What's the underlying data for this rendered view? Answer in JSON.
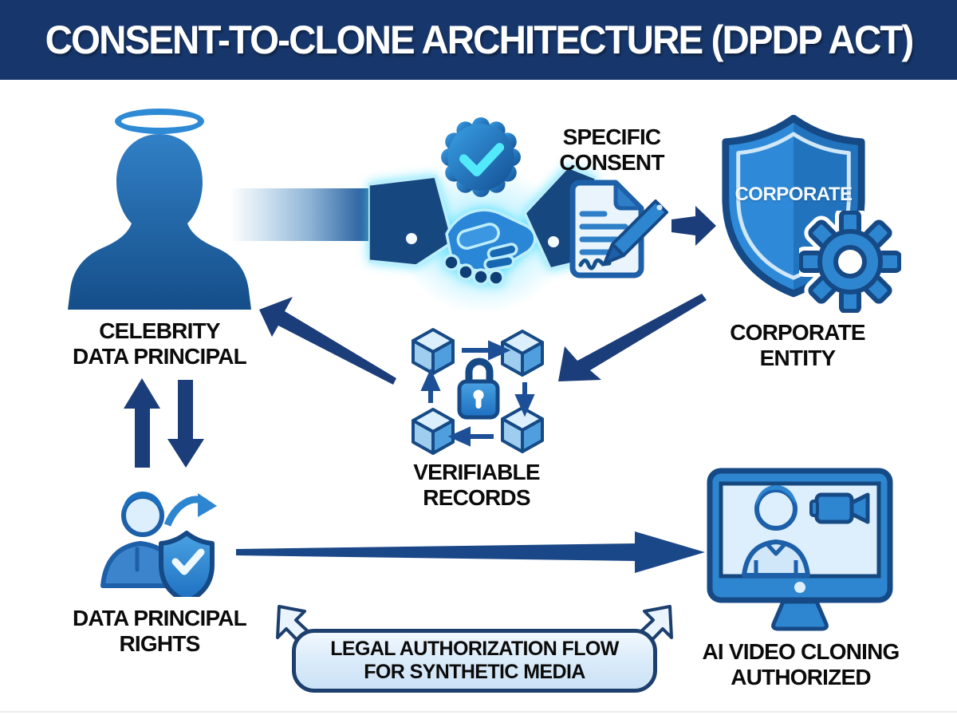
{
  "header": {
    "title": "CONSENT-TO-CLONE ARCHITECTURE (DPDP ACT)"
  },
  "nodes": {
    "celebrity": {
      "label": [
        "CELEBRITY",
        "DATA PRINCIPAL"
      ]
    },
    "specific_consent": {
      "label": [
        "SPECIFIC",
        "CONSENT"
      ]
    },
    "corporate_entity": {
      "shield_text": "CORPORATE",
      "label": [
        "CORPORATE",
        "ENTITY"
      ]
    },
    "verifiable_records": {
      "label": [
        "VERIFIABLE",
        "RECORDS"
      ]
    },
    "data_principal_rights": {
      "label": [
        "DATA PRINCIPAL",
        "RIGHTS"
      ]
    },
    "ai_video_cloning": {
      "label": [
        "AI VIDEO CLONING",
        "AUTHORIZED"
      ]
    }
  },
  "banner": {
    "label": [
      "LEGAL AUTHORIZATION FLOW",
      "FOR SYNTHETIC MEDIA"
    ]
  },
  "icons": {
    "halo-icon": "blue ellipse ring above celebrity head",
    "person-silhouette-icon": "blue gradient head-and-shoulders bust",
    "handshake-icon": "two navy sleeves shaking hands with cyan glow",
    "verified-badge-icon": "blue scalloped seal with cyan checkmark",
    "consent-document-icon": "document with text lines, signature and pen",
    "corporate-shield-icon": "blue shield",
    "gear-icon": "blue cog wheel",
    "blockchain-lock-icon": "four cubes in a cycle around a padlock",
    "rights-person-icon": "person with curved arrow and check shield",
    "monitor-icon": "desktop screen with person and video camera",
    "video-camera-icon": "camcorder glyph",
    "arrow-icons": "navy tapered connector arrows"
  },
  "colors": {
    "header_bg": "#17376c",
    "arrow_navy": "#1b3d7a",
    "icon_blue": "#2e86d0",
    "icon_dark_border": "#164a86",
    "light_fill": "#ddeffc",
    "cyan_glow": "#52e9fb",
    "banner_fill": "#dcecfa",
    "label_color": "#0b0b0b"
  }
}
